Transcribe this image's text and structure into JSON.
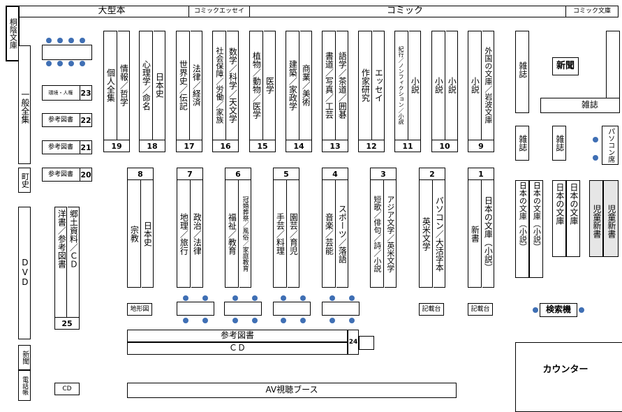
{
  "top": {
    "kiritoin": "桐陰文庫",
    "ogatabon": "大型本",
    "comic_essay": "コミックエッセイ",
    "comic": "コミック",
    "comic_bunko": "コミック文庫"
  },
  "left": {
    "ippan_zenshu": "一般全集",
    "choshi": "町史",
    "dvd": "DVD",
    "shinbun": "新聞",
    "denwacho": "電話帳",
    "cd": "CD"
  },
  "reference": {
    "r23_label": "環境・人権",
    "r23_num": "23",
    "r22_label": "参考図書",
    "r22_num": "22",
    "r21_label": "参考図書",
    "r21_num": "21",
    "r20_label": "参考図書",
    "r20_num": "20"
  },
  "shelf25": {
    "col1": "洋書／参考図書",
    "col2": "郷土資料／ＣＤ",
    "num": "25"
  },
  "top_shelves": [
    {
      "num": "19",
      "col1": "個人全集",
      "col2": "情報／哲学"
    },
    {
      "num": "18",
      "col1": "心理学／命名",
      "col2": "日本史"
    },
    {
      "num": "17",
      "col1": "世界史／伝記",
      "col2": "法律／経済"
    },
    {
      "num": "16",
      "col1": "社会保障／労働／家族",
      "col2": "数学／科学／天文学"
    },
    {
      "num": "15",
      "col1": "植物／動物／医学",
      "col2": "医学"
    },
    {
      "num": "14",
      "col1": "建築／家政学",
      "col2": "商業／美術"
    },
    {
      "num": "13",
      "col1": "書道／写真／工芸",
      "col2": "語学／茶道／囲碁"
    },
    {
      "num": "12",
      "col1": "作家研究",
      "col2": "エッセイ"
    },
    {
      "num": "11",
      "col1": "紀行／ノンフィクション／小説",
      "col2": "小説"
    },
    {
      "num": "10",
      "col1": "小説",
      "col2": "小説"
    },
    {
      "num": "9",
      "col1": "小説",
      "col2": "外国の文庫／岩波文庫"
    }
  ],
  "mid_shelves": [
    {
      "num": "8",
      "col1": "宗教",
      "col2": "日本史"
    },
    {
      "num": "7",
      "col1": "地理／旅行",
      "col2": "政治／法律"
    },
    {
      "num": "6",
      "col1": "福祉／教育",
      "col2": "冠婚葬祭／風俗／家庭教育"
    },
    {
      "num": "5",
      "col1": "手芸／料理",
      "col2": "園芸／育児"
    },
    {
      "num": "4",
      "col1": "音楽／芸能",
      "col2": "スポーツ／落語"
    },
    {
      "num": "3",
      "col1": "短歌／俳句／詩／小説",
      "col2": "アジア文学／英米文学"
    },
    {
      "num": "2",
      "col1": "英米文学",
      "col2": "パソコン／大活字本"
    },
    {
      "num": "1",
      "col1": "新書",
      "col2": "日本の文庫（小説）"
    }
  ],
  "labels": {
    "chikeizu": "地形図",
    "kisaidai1": "記載台",
    "kisaidai2": "記載台",
    "sanko_tosho": "参考図書",
    "cd_row": "ＣＤ",
    "num24": "24",
    "av_booth": "AV視聴ブース",
    "counter": "カウンター",
    "kensakuki": "検索機"
  },
  "right": {
    "zasshi1": "雑誌",
    "shinbun": "新聞",
    "zasshi2": "雑誌",
    "zasshi3": "雑誌",
    "zasshi4": "雑誌",
    "pc": "パソコン席",
    "nihon_bunko1": "日本の文庫（小説）",
    "nihon_bunko2": "日本の文庫（小説）",
    "nihon_bunko3": "日本の文庫",
    "nihon_bunko4": "日本の文庫",
    "jido_shinsho1": "児童新書",
    "jido_shinsho2": "児童新書"
  }
}
